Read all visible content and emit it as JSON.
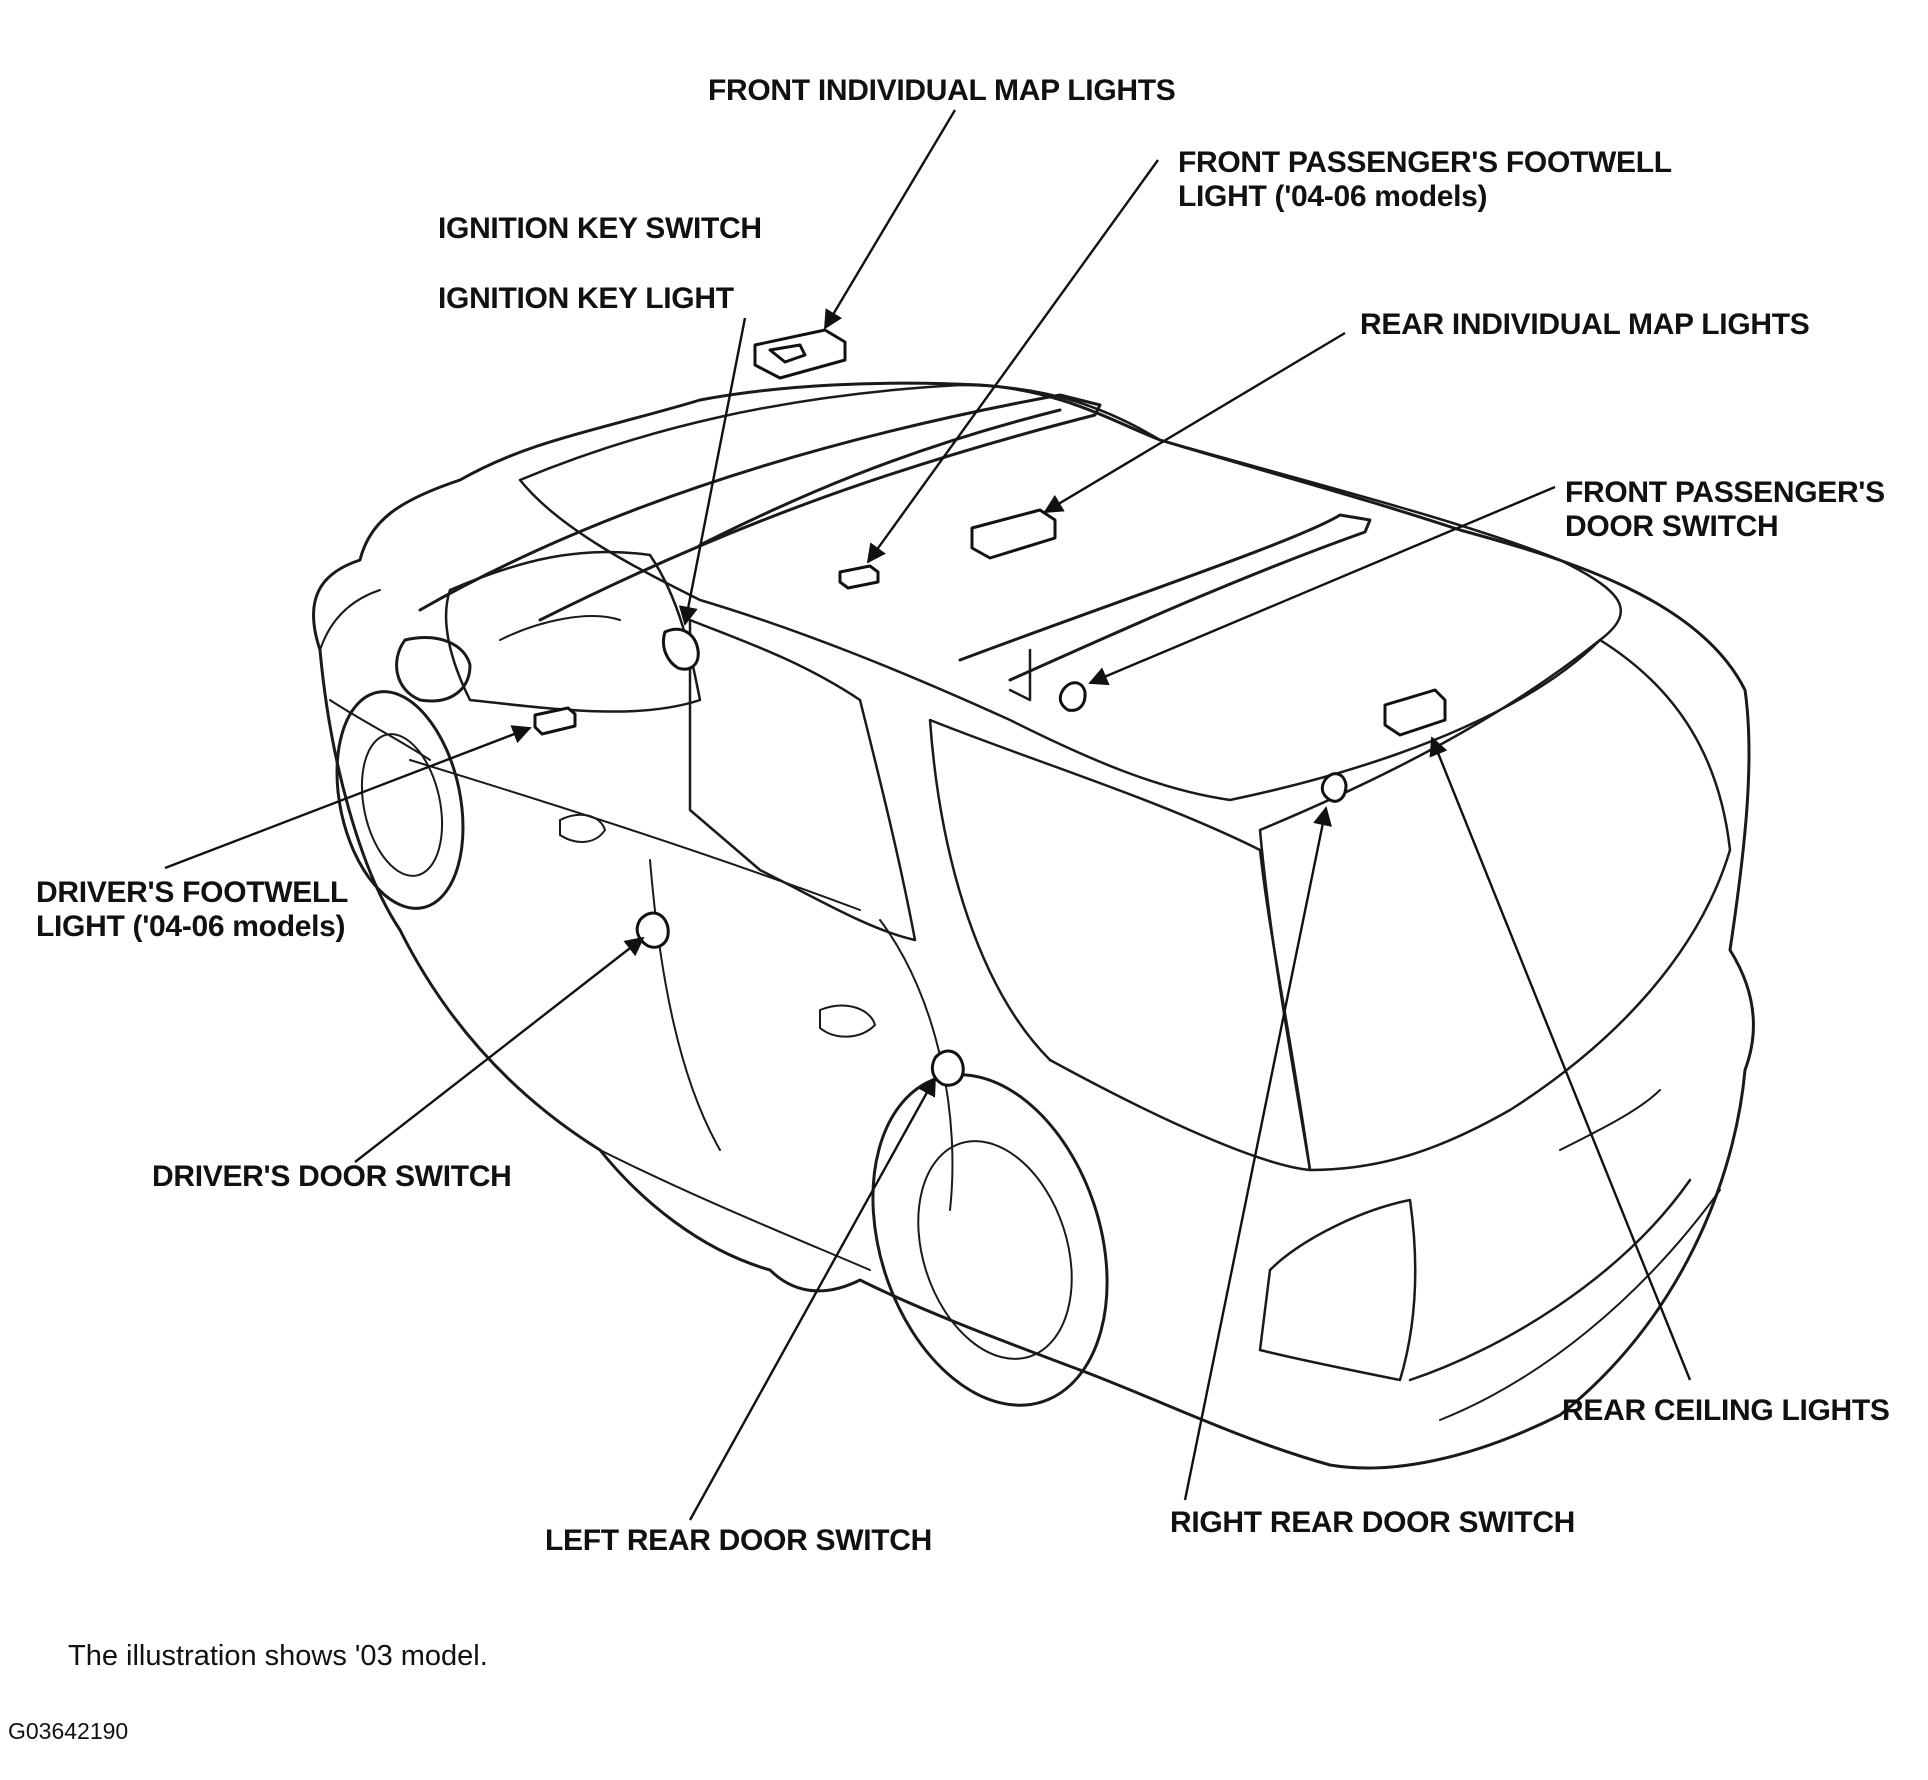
{
  "labels": {
    "front_map_lights": "FRONT INDIVIDUAL MAP LIGHTS",
    "front_pass_footwell_line1": "FRONT PASSENGER'S FOOTWELL",
    "front_pass_footwell_line2": "LIGHT ('04-06 models)",
    "ignition_key_switch": "IGNITION KEY SWITCH",
    "ignition_key_light": "IGNITION KEY LIGHT",
    "rear_map_lights": "REAR INDIVIDUAL MAP LIGHTS",
    "front_pass_door_line1": "FRONT PASSENGER'S",
    "front_pass_door_line2": "DOOR SWITCH",
    "driver_footwell_line1": "DRIVER'S FOOTWELL",
    "driver_footwell_line2": "LIGHT ('04-06 models)",
    "driver_door_switch": "DRIVER'S DOOR SWITCH",
    "left_rear_door_switch": "LEFT REAR DOOR SWITCH",
    "right_rear_door_switch": "RIGHT REAR DOOR SWITCH",
    "rear_ceiling_lights": "REAR CEILING LIGHTS"
  },
  "caption": "The illustration shows '03 model.",
  "figure_code": "G03642190",
  "colors": {
    "ink": "#111111",
    "background": "#ffffff"
  }
}
